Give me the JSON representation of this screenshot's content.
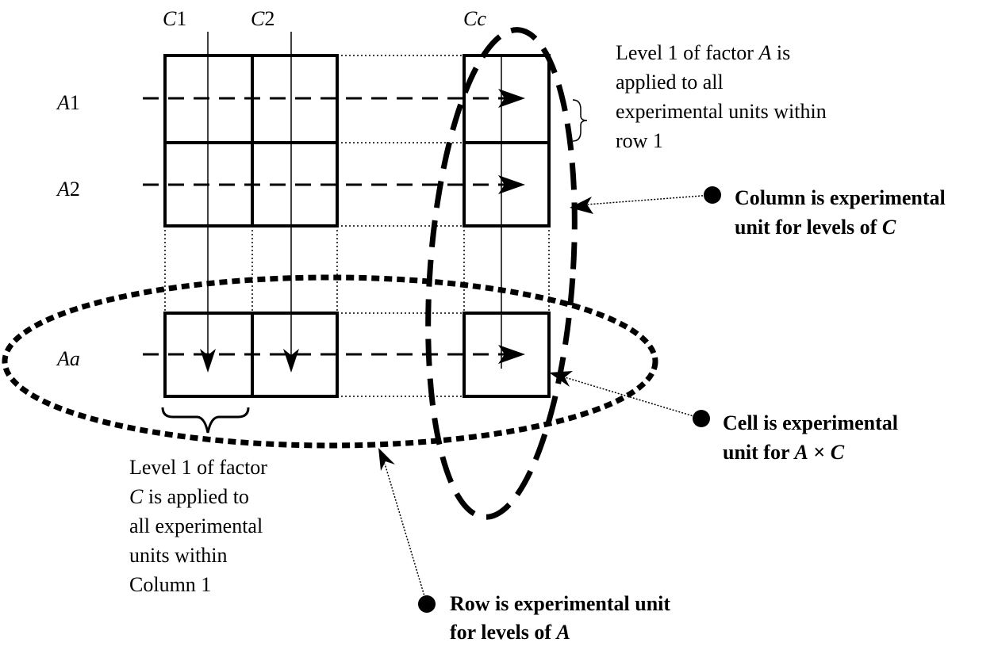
{
  "columns": {
    "c1": {
      "letter": "C",
      "index": "1"
    },
    "c2": {
      "letter": "C",
      "index": "2"
    },
    "cc": {
      "letter": "C",
      "index": "c"
    }
  },
  "rows": {
    "a1": {
      "letter": "A",
      "index": "1"
    },
    "a2": {
      "letter": "A",
      "index": "2"
    },
    "aa": {
      "letter": "A",
      "index": "a"
    }
  },
  "row_note": {
    "line1_pre": "Level 1 of factor ",
    "line1_var": "A",
    "line1_post": " is",
    "line2": "applied to all",
    "line3": "experimental units within",
    "line4": "row 1"
  },
  "column_note": {
    "line1": "Level 1 of factor",
    "line2_var": "C",
    "line2_post": " is applied to",
    "line3": "all experimental",
    "line4": "units within",
    "line5": "Column 1"
  },
  "callouts": {
    "column": {
      "line1": "Column is experimental",
      "line2_pre": "unit for levels of ",
      "line2_var": "C"
    },
    "cell": {
      "line1": "Cell is experimental",
      "line2_pre": "unit for ",
      "line2_var1": "A",
      "line2_op": " × ",
      "line2_var2": "C"
    },
    "row": {
      "line1": "Row is experimental unit",
      "line2_pre": "for levels of ",
      "line2_var": "A"
    }
  }
}
